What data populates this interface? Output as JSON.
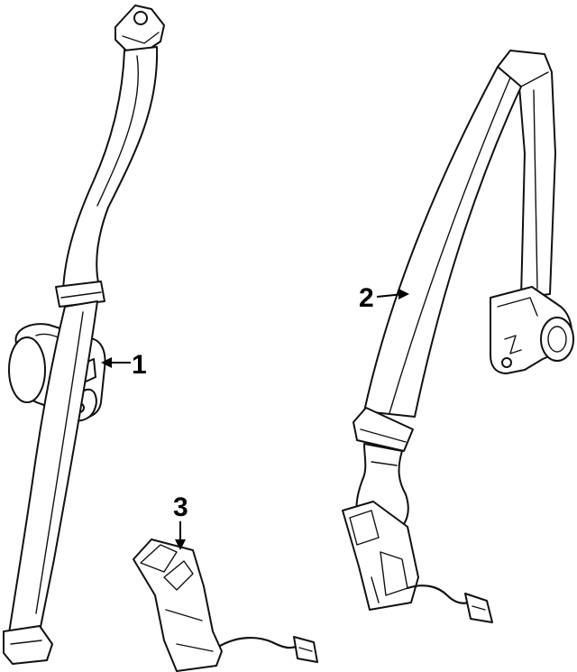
{
  "callouts": [
    {
      "id": "1",
      "label": "1"
    },
    {
      "id": "2",
      "label": "2"
    },
    {
      "id": "3",
      "label": "3"
    }
  ],
  "colors": {
    "line": "#111111",
    "background": "#ffffff",
    "label": "#000000"
  }
}
